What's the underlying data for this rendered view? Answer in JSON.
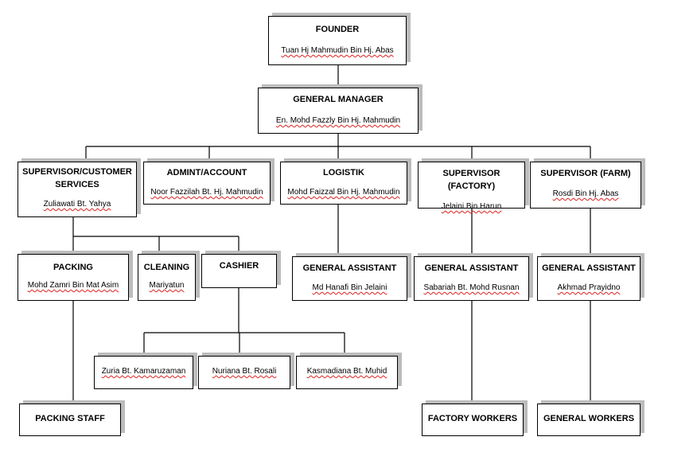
{
  "nodes": {
    "founder": {
      "title": "FOUNDER",
      "name": "Tuan Hj Mahmudin Bin Hj. Abas"
    },
    "general_manager": {
      "title": "GENERAL MANAGER",
      "name": "En. Mohd Fazzly Bin Hj. Mahmudin"
    },
    "supervisor_cs": {
      "title": "SUPERVISOR/CUSTOMER SERVICES",
      "name": "Zuliawati Bt. Yahya"
    },
    "admin_account": {
      "title": "ADMINT/ACCOUNT",
      "name": "Noor Fazzilah Bt. Hj. Mahmudin"
    },
    "logistik": {
      "title": "LOGISTIK",
      "name": "Mohd Faizzal Bin Hj. Mahmudin"
    },
    "supervisor_factory": {
      "title": "SUPERVISOR (FACTORY)",
      "name": "Jelaini Bin Harun"
    },
    "supervisor_farm": {
      "title": "SUPERVISOR (FARM)",
      "name": "Rosdi Bin Hj. Abas"
    },
    "packing": {
      "title": "PACKING",
      "name": "Mohd Zamri Bin Mat Asim"
    },
    "cleaning": {
      "title": "CLEANING",
      "name": "Mariyatun"
    },
    "cashier": {
      "title": "CASHIER"
    },
    "ga_logistik": {
      "title": "GENERAL ASSISTANT",
      "name": "Md Hanafi Bin Jelaini"
    },
    "ga_factory": {
      "title": "GENERAL ASSISTANT",
      "name": "Sabariah Bt. Mohd Rusnan"
    },
    "ga_farm": {
      "title": "GENERAL ASSISTANT",
      "name": "Akhmad Prayidno"
    },
    "cashier_1": {
      "name": "Zuria Bt. Kamaruzaman"
    },
    "cashier_2": {
      "name": "Nuriana Bt. Rosali"
    },
    "cashier_3": {
      "name": "Kasmadiana Bt. Muhid"
    },
    "packing_staff": {
      "title": "PACKING STAFF"
    },
    "factory_workers": {
      "title": "FACTORY WORKERS"
    },
    "general_workers": {
      "title": "GENERAL WORKERS"
    }
  },
  "colors": {
    "line": "#000000",
    "shadow": "#bcbcbc",
    "spellcheck": "#d22222"
  }
}
